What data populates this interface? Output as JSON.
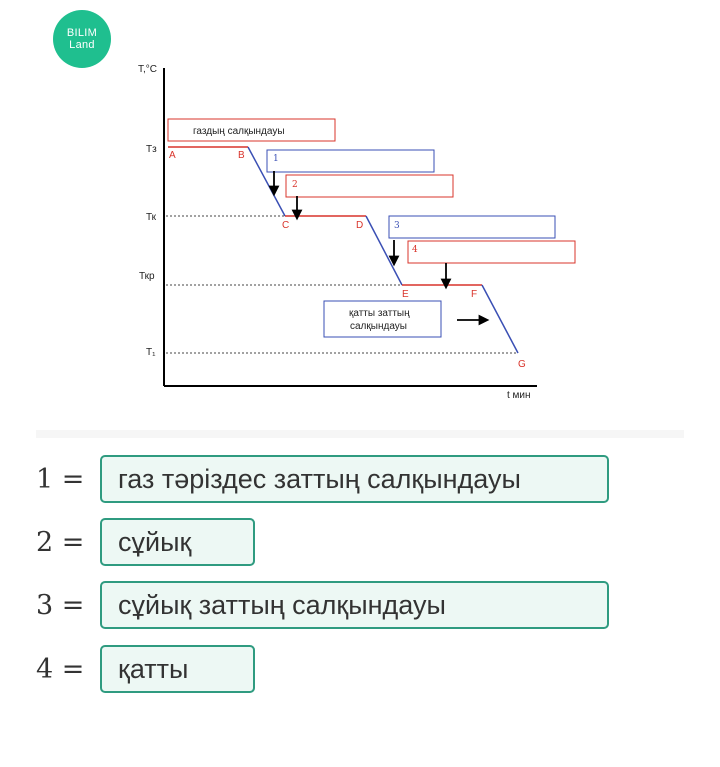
{
  "logo": {
    "line1": "BILIM",
    "line2": "Land"
  },
  "diagram": {
    "y_axis_label": "T,°C",
    "x_axis_label": "t мин",
    "temps": {
      "t3": "Тз",
      "tk": "Тк",
      "tkr": "Ткр",
      "t1": "Т₁"
    },
    "points": [
      "A",
      "B",
      "C",
      "D",
      "E",
      "F",
      "G"
    ],
    "box_gas": "газдың салқындауы",
    "box_solid_line1": "қатты заттың",
    "box_solid_line2": "салқындауы",
    "slots": [
      "1",
      "2",
      "3",
      "4"
    ],
    "colors": {
      "red": "#d9342b",
      "blue": "#3a4fb4"
    }
  },
  "answers": [
    {
      "num": "1 =",
      "text": "газ тәріздес заттың салқындауы"
    },
    {
      "num": "2 =",
      "text": "сұйық"
    },
    {
      "num": "3 =",
      "text": "сұйық заттың салқындауы"
    },
    {
      "num": "4 =",
      "text": "қатты"
    }
  ]
}
